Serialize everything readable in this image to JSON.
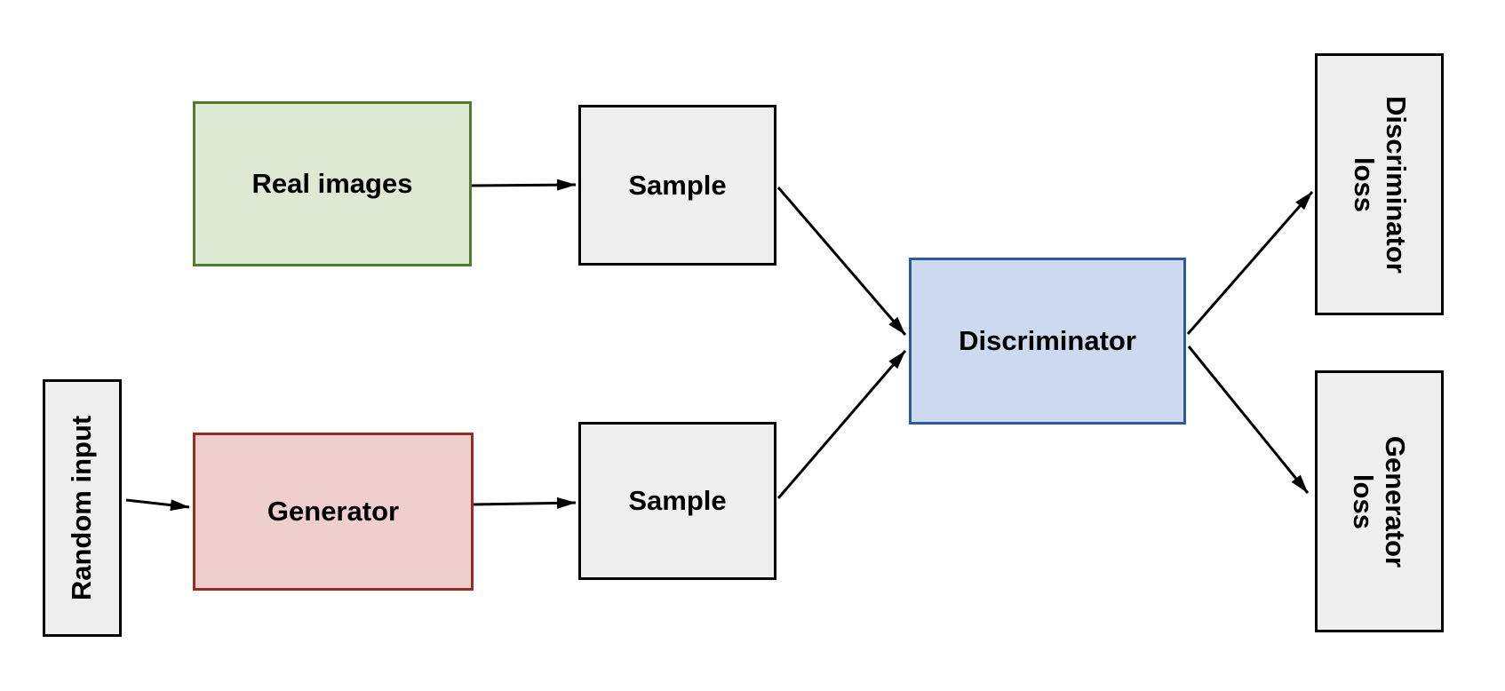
{
  "diagram": {
    "nodes": {
      "real_images": {
        "label": "Real images"
      },
      "sample_top": {
        "label": "Sample"
      },
      "random_input": {
        "label": "Random input"
      },
      "generator": {
        "label": "Generator"
      },
      "sample_bottom": {
        "label": "Sample"
      },
      "discriminator": {
        "label": "Discriminator"
      },
      "discriminator_loss": {
        "label_line1": "Discriminator",
        "label_line2": "loss"
      },
      "generator_loss": {
        "label_line1": "Generator",
        "label_line2": "loss"
      }
    },
    "edges": [
      {
        "from": "real_images",
        "to": "sample_top"
      },
      {
        "from": "random_input",
        "to": "generator"
      },
      {
        "from": "generator",
        "to": "sample_bottom"
      },
      {
        "from": "sample_top",
        "to": "discriminator"
      },
      {
        "from": "sample_bottom",
        "to": "discriminator"
      },
      {
        "from": "discriminator",
        "to": "discriminator_loss"
      },
      {
        "from": "discriminator",
        "to": "generator_loss"
      }
    ],
    "colors": {
      "canvas_bg": "#ffffff",
      "neutral_fill": "#efefef",
      "neutral_border": "#000000",
      "green_fill": "#dde9d3",
      "green_border": "#4e7b2d",
      "red_fill": "#efcfcd",
      "red_border": "#982b22",
      "blue_fill": "#ccd9ee",
      "blue_border": "#2e5b97",
      "arrow": "#000000",
      "text": "#000000"
    }
  }
}
